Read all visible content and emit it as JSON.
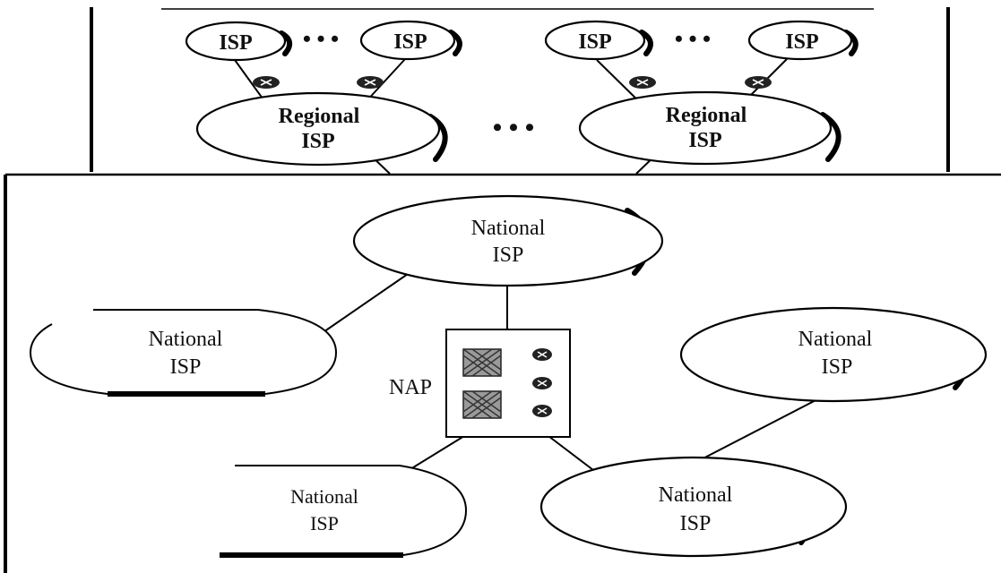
{
  "top_panel": {
    "isp_labels": [
      "ISP",
      "ISP",
      "ISP",
      "ISP"
    ],
    "ellipsis": [
      "• • •",
      "• • •"
    ],
    "regional_left": {
      "line1": "Regional",
      "line2": "ISP"
    },
    "regional_right": {
      "line1": "Regional",
      "line2": "ISP"
    },
    "middle_ellipsis": "• • •"
  },
  "bottom_panel": {
    "national_top": {
      "line1": "National",
      "line2": "ISP"
    },
    "national_left": {
      "line1": "National",
      "line2": "ISP"
    },
    "national_right": {
      "line1": "National",
      "line2": "ISP"
    },
    "national_bottom_left": {
      "line1": "National",
      "line2": "ISP"
    },
    "national_bottom_right": {
      "line1": "National",
      "line2": "ISP"
    },
    "nap_label": "NAP"
  },
  "icons": {
    "router": "router-icon",
    "switch": "switch-icon"
  }
}
